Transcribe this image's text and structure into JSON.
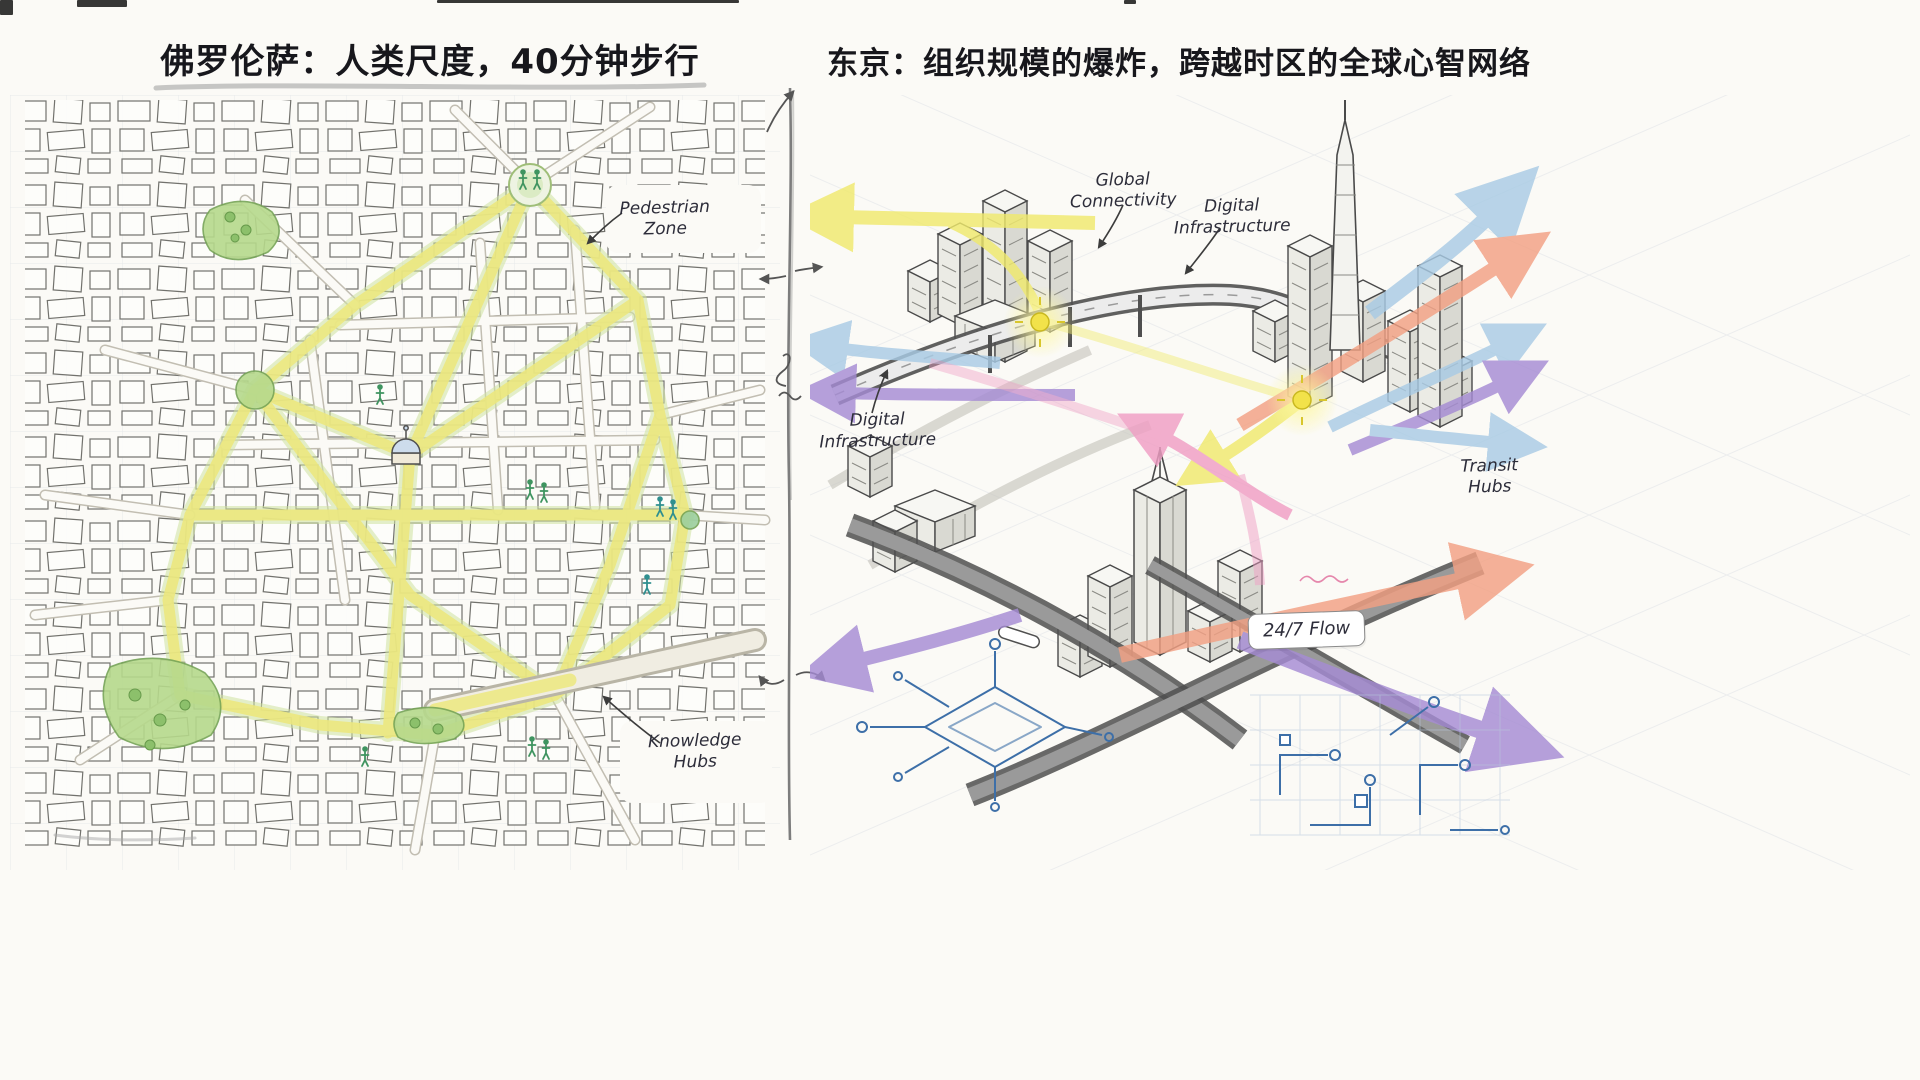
{
  "left_panel": {
    "title": "佛罗伦萨：人类尺度，40分钟步行",
    "annotations": {
      "pedestrian_zone": {
        "line1": "Pedestrian",
        "line2": "Zone"
      },
      "knowledge_hubs": {
        "line1": "Knowledge",
        "line2": "Hubs"
      }
    }
  },
  "right_panel": {
    "title": "东京：组织规模的爆炸，跨越时区的全球心智网络",
    "annotations": {
      "global_connectivity": {
        "line1": "Global",
        "line2": "Connectivity"
      },
      "digital_infrastructure_top": {
        "line1": "Digital",
        "line2": "Infrastructure"
      },
      "digital_infrastructure_left": {
        "line1": "Digital",
        "line2": "Infrastructure"
      },
      "transit_hubs": {
        "line1": "Transit",
        "line2": "Hubs"
      },
      "flow_247": "24/7 Flow"
    }
  },
  "colors": {
    "paper": "#fbfaf6",
    "ink": "#3a3a3a",
    "street_yellow": "#ece87f",
    "street_glow_green": "#cfe3a0",
    "park_green": "#b6d98c",
    "people_green": "#3f9460",
    "people_teal": "#2f8f8f",
    "arrow_yellow": "#efe96d",
    "arrow_blue": "#a9cbe4",
    "arrow_purple": "#a58cd4",
    "arrow_pink": "#ef9ec4",
    "arrow_orange": "#f2a083",
    "circuit_blue": "#3d6fa8",
    "dome_blue": "#cddcec"
  }
}
